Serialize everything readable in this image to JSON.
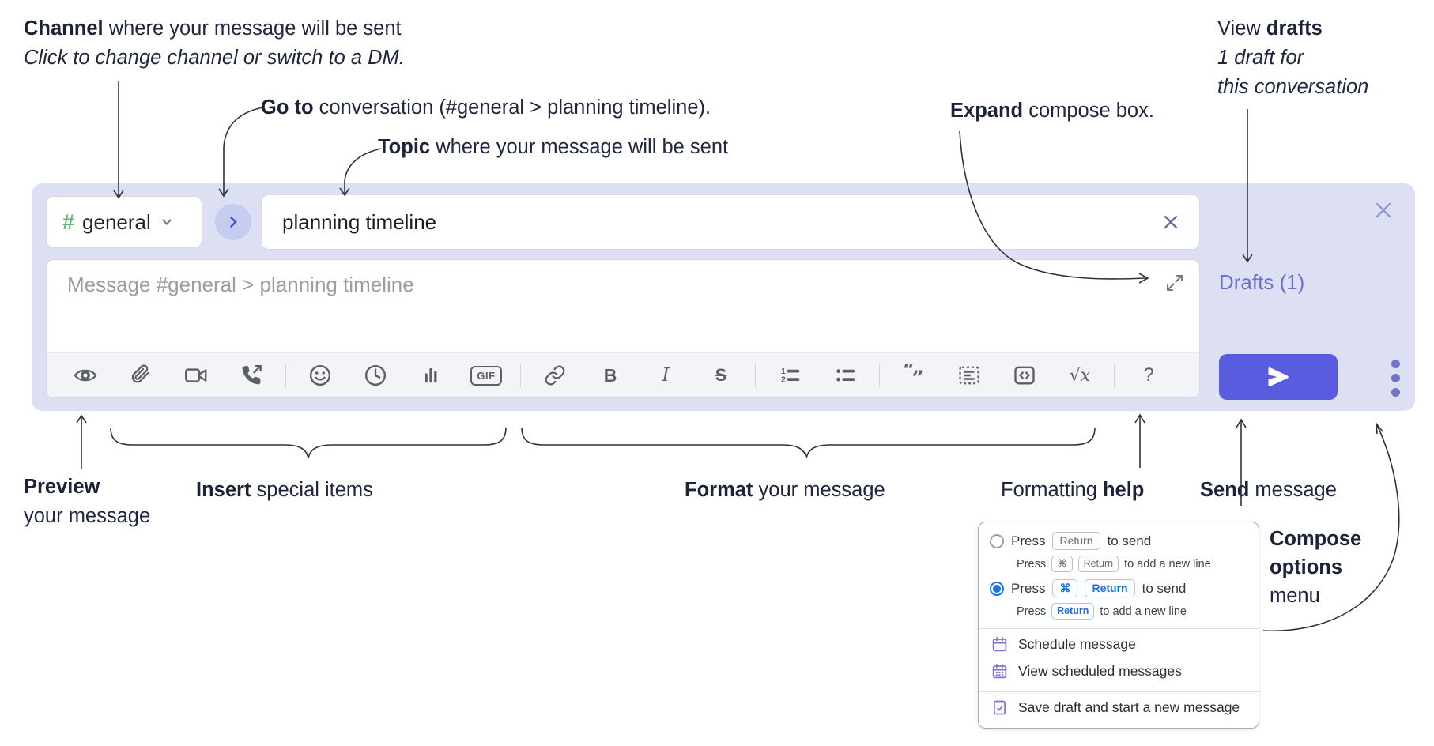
{
  "annotations": {
    "channel_line1_bold": "Channel",
    "channel_line1_rest": " where your message will be sent",
    "channel_line2": "Click to change channel or switch to a DM.",
    "goto_bold": "Go to",
    "goto_rest": " conversation (#general > planning timeline).",
    "topic_bold": "Topic",
    "topic_rest": " where your message will be sent",
    "expand_bold": "Expand",
    "expand_rest": " compose box.",
    "drafts_line1_pre": "View ",
    "drafts_line1_bold": "drafts",
    "drafts_line2": "1 draft for",
    "drafts_line3": "this conversation",
    "preview_bold": "Preview",
    "preview_line2": "your message",
    "insert_bold": "Insert",
    "insert_rest": " special items",
    "format_bold": "Format",
    "format_rest": " your message",
    "help_pre": "Formatting ",
    "help_bold": "help",
    "send_bold": "Send",
    "send_rest": " message",
    "compose_line1": "Compose",
    "compose_line2": "options",
    "compose_line3": "menu"
  },
  "composer": {
    "channel_hash": "#",
    "channel_name": "general",
    "topic_value": "planning timeline",
    "message_placeholder": "Message #general > planning timeline",
    "drafts_label": "Drafts (1)",
    "toolbar": {
      "gif": "GIF",
      "bold": "B",
      "italic": "I",
      "strike": "S",
      "formula": "√x",
      "help": "?"
    }
  },
  "options_menu": {
    "option1": {
      "press": "Press",
      "key1": "Return",
      "suffix": "to send",
      "sub_press": "Press",
      "sub_key1": "⌘",
      "sub_key2": "Return",
      "sub_suffix": "to add a new line"
    },
    "option2": {
      "press": "Press",
      "key1": "⌘",
      "key2": "Return",
      "suffix": "to send",
      "sub_press": "Press",
      "sub_key1": "Return",
      "sub_suffix": "to add a new line"
    },
    "items": [
      {
        "label": "Schedule message"
      },
      {
        "label": "View scheduled messages"
      },
      {
        "label": "Save draft and start a new message"
      }
    ]
  },
  "colors": {
    "composer_bg": "#dde0f3",
    "send_button": "#5a5ce0",
    "drafts_link": "#6b72c4",
    "channel_hash_green": "#5eba7d",
    "radio_selected_blue": "#1c72e6",
    "menu_icon_purple": "#7d74d8"
  }
}
